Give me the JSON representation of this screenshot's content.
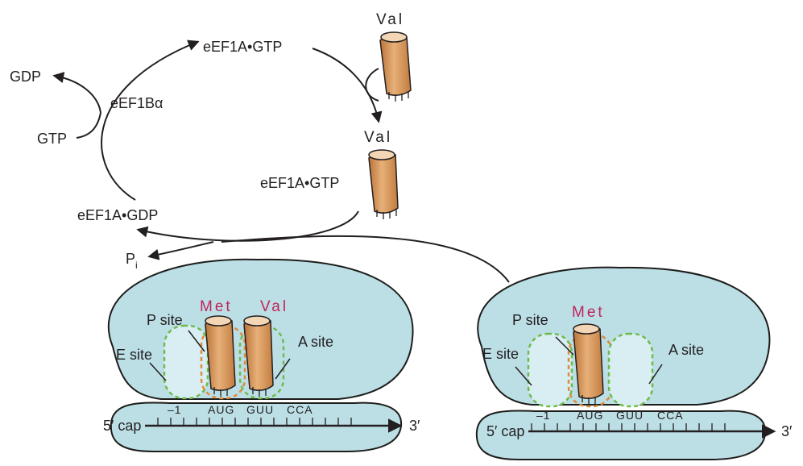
{
  "cycle": {
    "top_complex": "eEF1A•GTP",
    "gdp_out": "GDP",
    "gtp_in": "GTP",
    "exchange_factor": "eEF1Bα",
    "gdp_complex": "eEF1A•GDP",
    "bound_complex": "eEF1A•GTP",
    "phosphate": "P",
    "phosphate_subscript": "i"
  },
  "trna": {
    "free_aa": "Val",
    "bound_aa": "Val"
  },
  "ribosome_left": {
    "p_site": "P site",
    "e_site": "E site",
    "a_site": "A site",
    "aa_p": "Met",
    "aa_a": "Val",
    "codon_minus1": "–1",
    "codon_1": "AUG",
    "codon_2": "GUU",
    "codon_3": "CCA",
    "cap": "5′ cap",
    "end": "3′"
  },
  "ribosome_right": {
    "p_site": "P site",
    "e_site": "E site",
    "a_site": "A site",
    "aa_p": "Met",
    "codon_minus1": "–1",
    "codon_1": "AUG",
    "codon_2": "GUU",
    "codon_3": "CCA",
    "cap": "5′ cap",
    "end": "3′"
  },
  "colors": {
    "ribosome_fill": "#bcdfe6",
    "ribosome_stroke": "#1d1d1b",
    "trna_fill": "#d99a5c",
    "site_border_green": "#6dbb4a",
    "site_border_orange": "#e08a3a",
    "amino_acid_red": "#c0245c"
  }
}
